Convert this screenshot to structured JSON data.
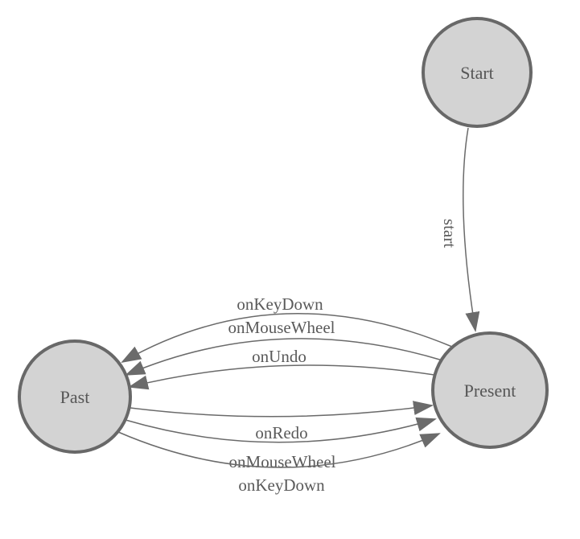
{
  "diagram": {
    "type": "state-machine",
    "nodes": [
      {
        "id": "start",
        "label": "Start"
      },
      {
        "id": "past",
        "label": "Past"
      },
      {
        "id": "present",
        "label": "Present"
      }
    ],
    "edges": [
      {
        "from": "start",
        "to": "present",
        "label": "start"
      },
      {
        "from": "present",
        "to": "past",
        "label": "onKeyDown"
      },
      {
        "from": "present",
        "to": "past",
        "label": "onMouseWheel"
      },
      {
        "from": "present",
        "to": "past",
        "label": "onUndo"
      },
      {
        "from": "past",
        "to": "present",
        "label": "onRedo"
      },
      {
        "from": "past",
        "to": "present",
        "label": "onMouseWheel"
      },
      {
        "from": "past",
        "to": "present",
        "label": "onKeyDown"
      }
    ]
  },
  "colors": {
    "background": "#ffffff",
    "node_fill": "#d3d3d3",
    "node_stroke": "#686868",
    "edge_stroke": "#6a6a6a",
    "arrow_fill": "#6b6b6b",
    "text": "#5a5a5a"
  }
}
